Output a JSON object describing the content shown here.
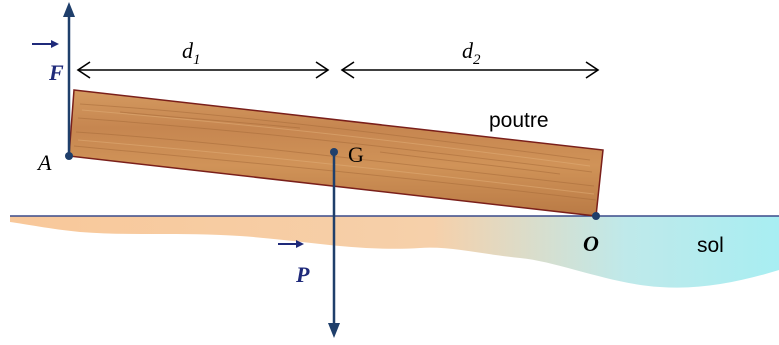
{
  "labels": {
    "force_F": "F",
    "force_P": "P",
    "dist_d1_base": "d",
    "dist_d1_sub": "1",
    "dist_d2_base": "d",
    "dist_d2_sub": "2",
    "point_A": "A",
    "point_G": "G",
    "point_O": "O",
    "beam": "poutre",
    "ground": "sol"
  },
  "colors": {
    "force_arrow": "#1f3f6b",
    "force_label": "#1f2a7a",
    "beam_fill": "#c9894f",
    "beam_stroke": "#7a1f1a",
    "ground_line": "#3a4a8a",
    "ground_fill_top": "#f8c89a",
    "ground_fill_bottom": "#a8eef2",
    "dimension_arrow": "#000000"
  }
}
